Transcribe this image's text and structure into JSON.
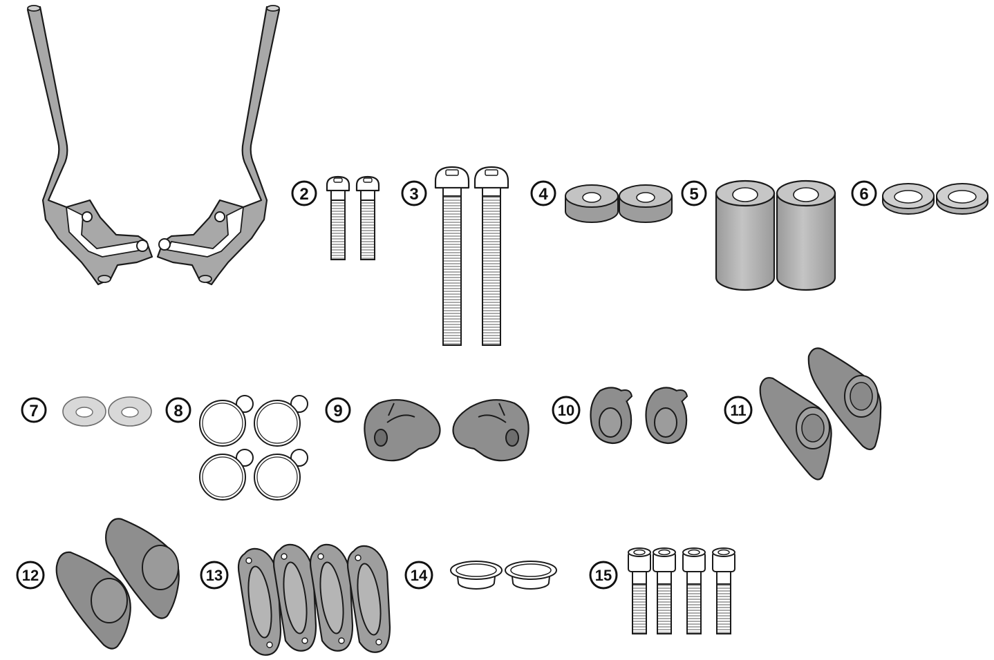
{
  "colors": {
    "part_fill": "#ababab",
    "part_dark": "#8f8f8f",
    "outline": "#1a1a1a",
    "washer_light": "#d6d6d6",
    "background": "#ffffff"
  },
  "labels": [
    {
      "id": "2",
      "text": "2"
    },
    {
      "id": "3",
      "text": "3"
    },
    {
      "id": "4",
      "text": "4"
    },
    {
      "id": "5",
      "text": "5"
    },
    {
      "id": "6",
      "text": "6"
    },
    {
      "id": "7",
      "text": "7"
    },
    {
      "id": "8",
      "text": "8"
    },
    {
      "id": "9",
      "text": "9"
    },
    {
      "id": "10",
      "text": "10"
    },
    {
      "id": "11",
      "text": "11"
    },
    {
      "id": "12",
      "text": "12"
    },
    {
      "id": "13",
      "text": "13"
    },
    {
      "id": "14",
      "text": "14"
    },
    {
      "id": "15",
      "text": "15"
    }
  ],
  "parts": {
    "frame_bracket": {
      "count": 1
    },
    "bolt_short": {
      "count": 2
    },
    "bolt_long": {
      "count": 2
    },
    "washer_thick": {
      "count": 2
    },
    "spacer_tall": {
      "count": 2
    },
    "washer_flat": {
      "count": 2
    },
    "washer_thin": {
      "count": 2
    },
    "clip_ring": {
      "count": 4
    },
    "knob_mount": {
      "count": 2
    },
    "cap_clip": {
      "count": 2
    },
    "bracket_large": {
      "count": 2
    },
    "bracket_plate": {
      "count": 2
    },
    "rubber_gasket": {
      "count": 4
    },
    "bushing": {
      "count": 2
    },
    "socket_screw": {
      "count": 4
    }
  }
}
